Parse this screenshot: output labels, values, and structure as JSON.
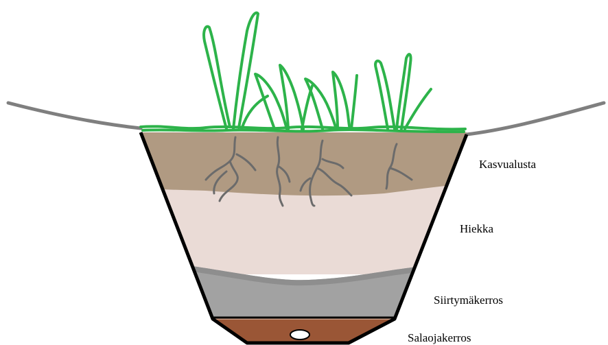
{
  "diagram": {
    "layers": [
      {
        "label": "Kasvualusta",
        "color": "#b09a82"
      },
      {
        "label": "Hiekka",
        "color": "#eadbd6"
      },
      {
        "label": "Siirtymäkerros",
        "color": "#a2a2a2"
      },
      {
        "label": "Salaojakerros",
        "color": "#9a5636"
      }
    ],
    "colors": {
      "grass": "#2db34a",
      "roots": "#6b6b6b",
      "ground_line": "#7f7f7f",
      "trench_wall": "#000000",
      "drain_pipe": "#ffffff"
    },
    "icons": {
      "vegetation": "grass-icon",
      "drain": "drain-pipe-icon"
    }
  }
}
